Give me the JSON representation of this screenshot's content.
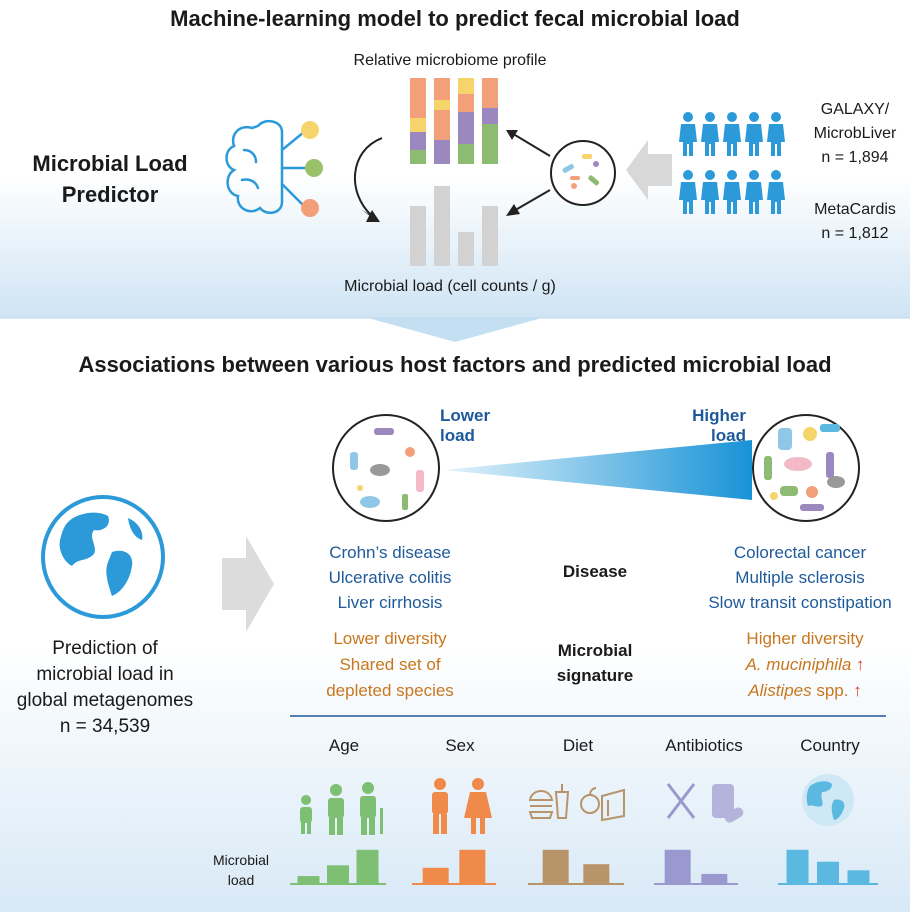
{
  "top": {
    "title": "Machine-learning model to predict fecal microbial load",
    "profile_label": "Relative microbiome profile",
    "load_label": "Microbial load (cell counts / g)",
    "predictor_label_line1": "Microbial Load",
    "predictor_label_line2": "Predictor",
    "cohorts": [
      {
        "name_line1": "GALAXY/",
        "name_line2": "MicrobLiver",
        "n": "n = 1,894"
      },
      {
        "name_line1": "MetaCardis",
        "name_line2": "",
        "n": "n = 1,812"
      }
    ]
  },
  "bottom": {
    "title": "Associations between various host factors and predicted microbial load",
    "lower_load_line1": "Lower",
    "lower_load_line2": "load",
    "higher_load_line1": "Higher",
    "higher_load_line2": "load",
    "global": {
      "line1": "Prediction of",
      "line2": "microbial load in",
      "line3": "global metagenomes",
      "n": "n = 34,539"
    },
    "disease_label": "Disease",
    "signature_label_line1": "Microbial",
    "signature_label_line2": "signature",
    "lower_diseases": [
      "Crohn’s disease",
      "Ulcerative colitis",
      "Liver cirrhosis"
    ],
    "higher_diseases": [
      "Colorectal cancer",
      "Multiple sclerosis",
      "Slow transit constipation"
    ],
    "lower_signature": [
      "Lower diversity",
      "Shared set of",
      "depleted species"
    ],
    "higher_signature": {
      "line1": "Higher diversity",
      "line2_italic": "A. muciniphila",
      "line3_italic": "Alistipes",
      "line3_rest": " spp.",
      "arrow": "↑"
    },
    "factors": [
      {
        "label": "Age",
        "icon": "people-age-icon",
        "color": "#7dbf73",
        "bars": [
          0.22,
          0.52,
          0.95
        ]
      },
      {
        "label": "Sex",
        "icon": "male-female-icon",
        "color": "#f08a4b",
        "bars": [
          0.45,
          0.95
        ]
      },
      {
        "label": "Diet",
        "icon": "food-icon",
        "color": "#b8946a",
        "bars": [
          0.95,
          0.55
        ]
      },
      {
        "label": "Antibiotics",
        "icon": "pills-icon",
        "color": "#9a99cf",
        "bars": [
          0.95,
          0.28
        ]
      },
      {
        "label": "Country",
        "icon": "globe-icon",
        "color": "#5bb8e0",
        "bars": [
          0.95,
          0.62,
          0.38
        ]
      }
    ],
    "load_axis_line1": "Microbial",
    "load_axis_line2": "load"
  },
  "colors": {
    "blue_text": "#1e5a9a",
    "orange_text": "#c8771e",
    "people_blue": "#2c9ad8",
    "arrow_red": "#d4421e"
  }
}
